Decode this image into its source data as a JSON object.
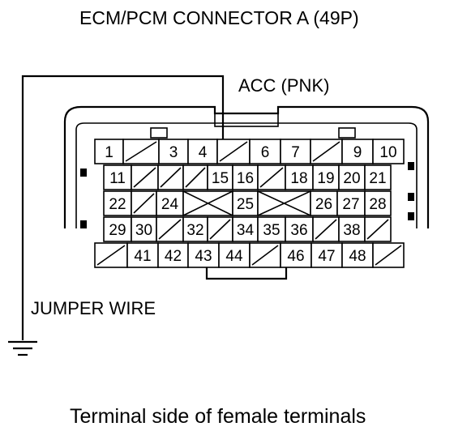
{
  "title": "ECM/PCM CONNECTOR A (49P)",
  "wire_label": "ACC (PNK)",
  "jumper_label": "JUMPER WIRE",
  "caption": "Terminal side of female terminals",
  "icons": {
    "ground": "ground-symbol-icon"
  },
  "connector": {
    "rows": [
      [
        {
          "label": "1"
        },
        {
          "label": "",
          "blank": true
        },
        {
          "label": "3"
        },
        {
          "label": "4"
        },
        {
          "label": "",
          "blank": true,
          "wire": true
        },
        {
          "label": "6"
        },
        {
          "label": "7"
        },
        {
          "label": "",
          "blank": true
        },
        {
          "label": "9"
        },
        {
          "label": "10"
        }
      ],
      [
        {
          "label": "11"
        },
        {
          "label": "",
          "blank": true
        },
        {
          "label": "",
          "blank": true
        },
        {
          "label": "",
          "blank": true
        },
        {
          "label": "15"
        },
        {
          "label": "16"
        },
        {
          "label": "",
          "blank": true
        },
        {
          "label": "18"
        },
        {
          "label": "19"
        },
        {
          "label": "20"
        },
        {
          "label": "21"
        }
      ],
      [
        {
          "label": "22"
        },
        {
          "label": "",
          "blank": true
        },
        {
          "label": "24"
        },
        {
          "label": "",
          "cross": true
        },
        {
          "label": "25"
        },
        {
          "label": "",
          "cross": true
        },
        {
          "label": "26"
        },
        {
          "label": "27"
        },
        {
          "label": "28"
        }
      ],
      [
        {
          "label": "29"
        },
        {
          "label": "30"
        },
        {
          "label": "",
          "blank": true
        },
        {
          "label": "32"
        },
        {
          "label": "",
          "blank": true
        },
        {
          "label": "34"
        },
        {
          "label": "35"
        },
        {
          "label": "36"
        },
        {
          "label": "",
          "blank": true
        },
        {
          "label": "38"
        },
        {
          "label": "",
          "blank": true
        }
      ],
      [
        {
          "label": "",
          "blank": true
        },
        {
          "label": "41"
        },
        {
          "label": "42"
        },
        {
          "label": "43"
        },
        {
          "label": "44"
        },
        {
          "label": "",
          "blank": true
        },
        {
          "label": "46"
        },
        {
          "label": "47"
        },
        {
          "label": "48"
        },
        {
          "label": "",
          "blank": true
        }
      ]
    ]
  }
}
